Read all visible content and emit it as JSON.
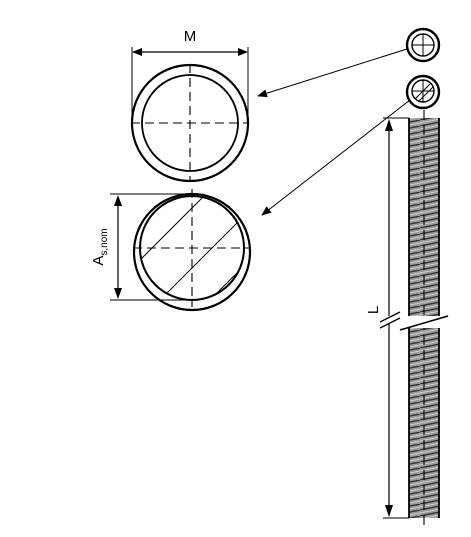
{
  "labels": {
    "diameter": "M",
    "area_main": "A",
    "area_sub": "s,nom",
    "length": "L"
  },
  "colors": {
    "ink": "#000000",
    "thread_fill": "#9a9a9a",
    "background": "#ffffff"
  },
  "components": [
    "thread-cross-section-outline",
    "thread-cross-section-hatched",
    "threaded-rod-side-view",
    "end-view-icon-plain",
    "end-view-icon-hatched"
  ]
}
